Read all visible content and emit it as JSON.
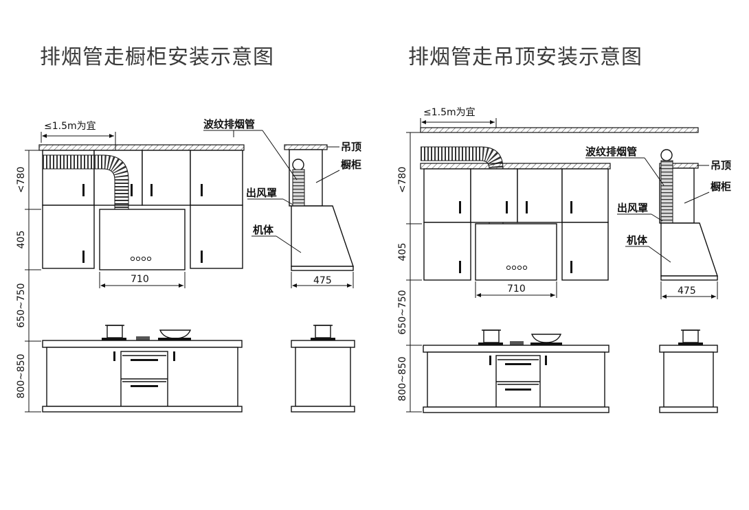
{
  "titles": {
    "left": "排烟管走橱柜安装示意图",
    "right": "排烟管走吊顶安装示意图"
  },
  "left": {
    "pipe_limit": "≤1.5m为宜",
    "cabinet_height": "<780",
    "hood_height": "405",
    "gap_height": "650~750",
    "counter_height": "800~850",
    "hood_width": "710",
    "side_depth": "475",
    "labels": {
      "corrugated_pipe": "波纹排烟管",
      "ceiling": "吊顶",
      "cabinet": "橱柜",
      "outlet_cover": "出风罩",
      "body": "机体"
    }
  },
  "right": {
    "pipe_limit": "≤1.5m为宜",
    "cabinet_height": "<780",
    "hood_height": "405",
    "gap_height": "650~750",
    "counter_height": "800~850",
    "hood_width": "710",
    "side_depth": "475",
    "labels": {
      "corrugated_pipe": "波纹排烟管",
      "ceiling": "吊顶",
      "cabinet": "橱柜",
      "outlet_cover": "出风罩",
      "body": "机体"
    }
  }
}
